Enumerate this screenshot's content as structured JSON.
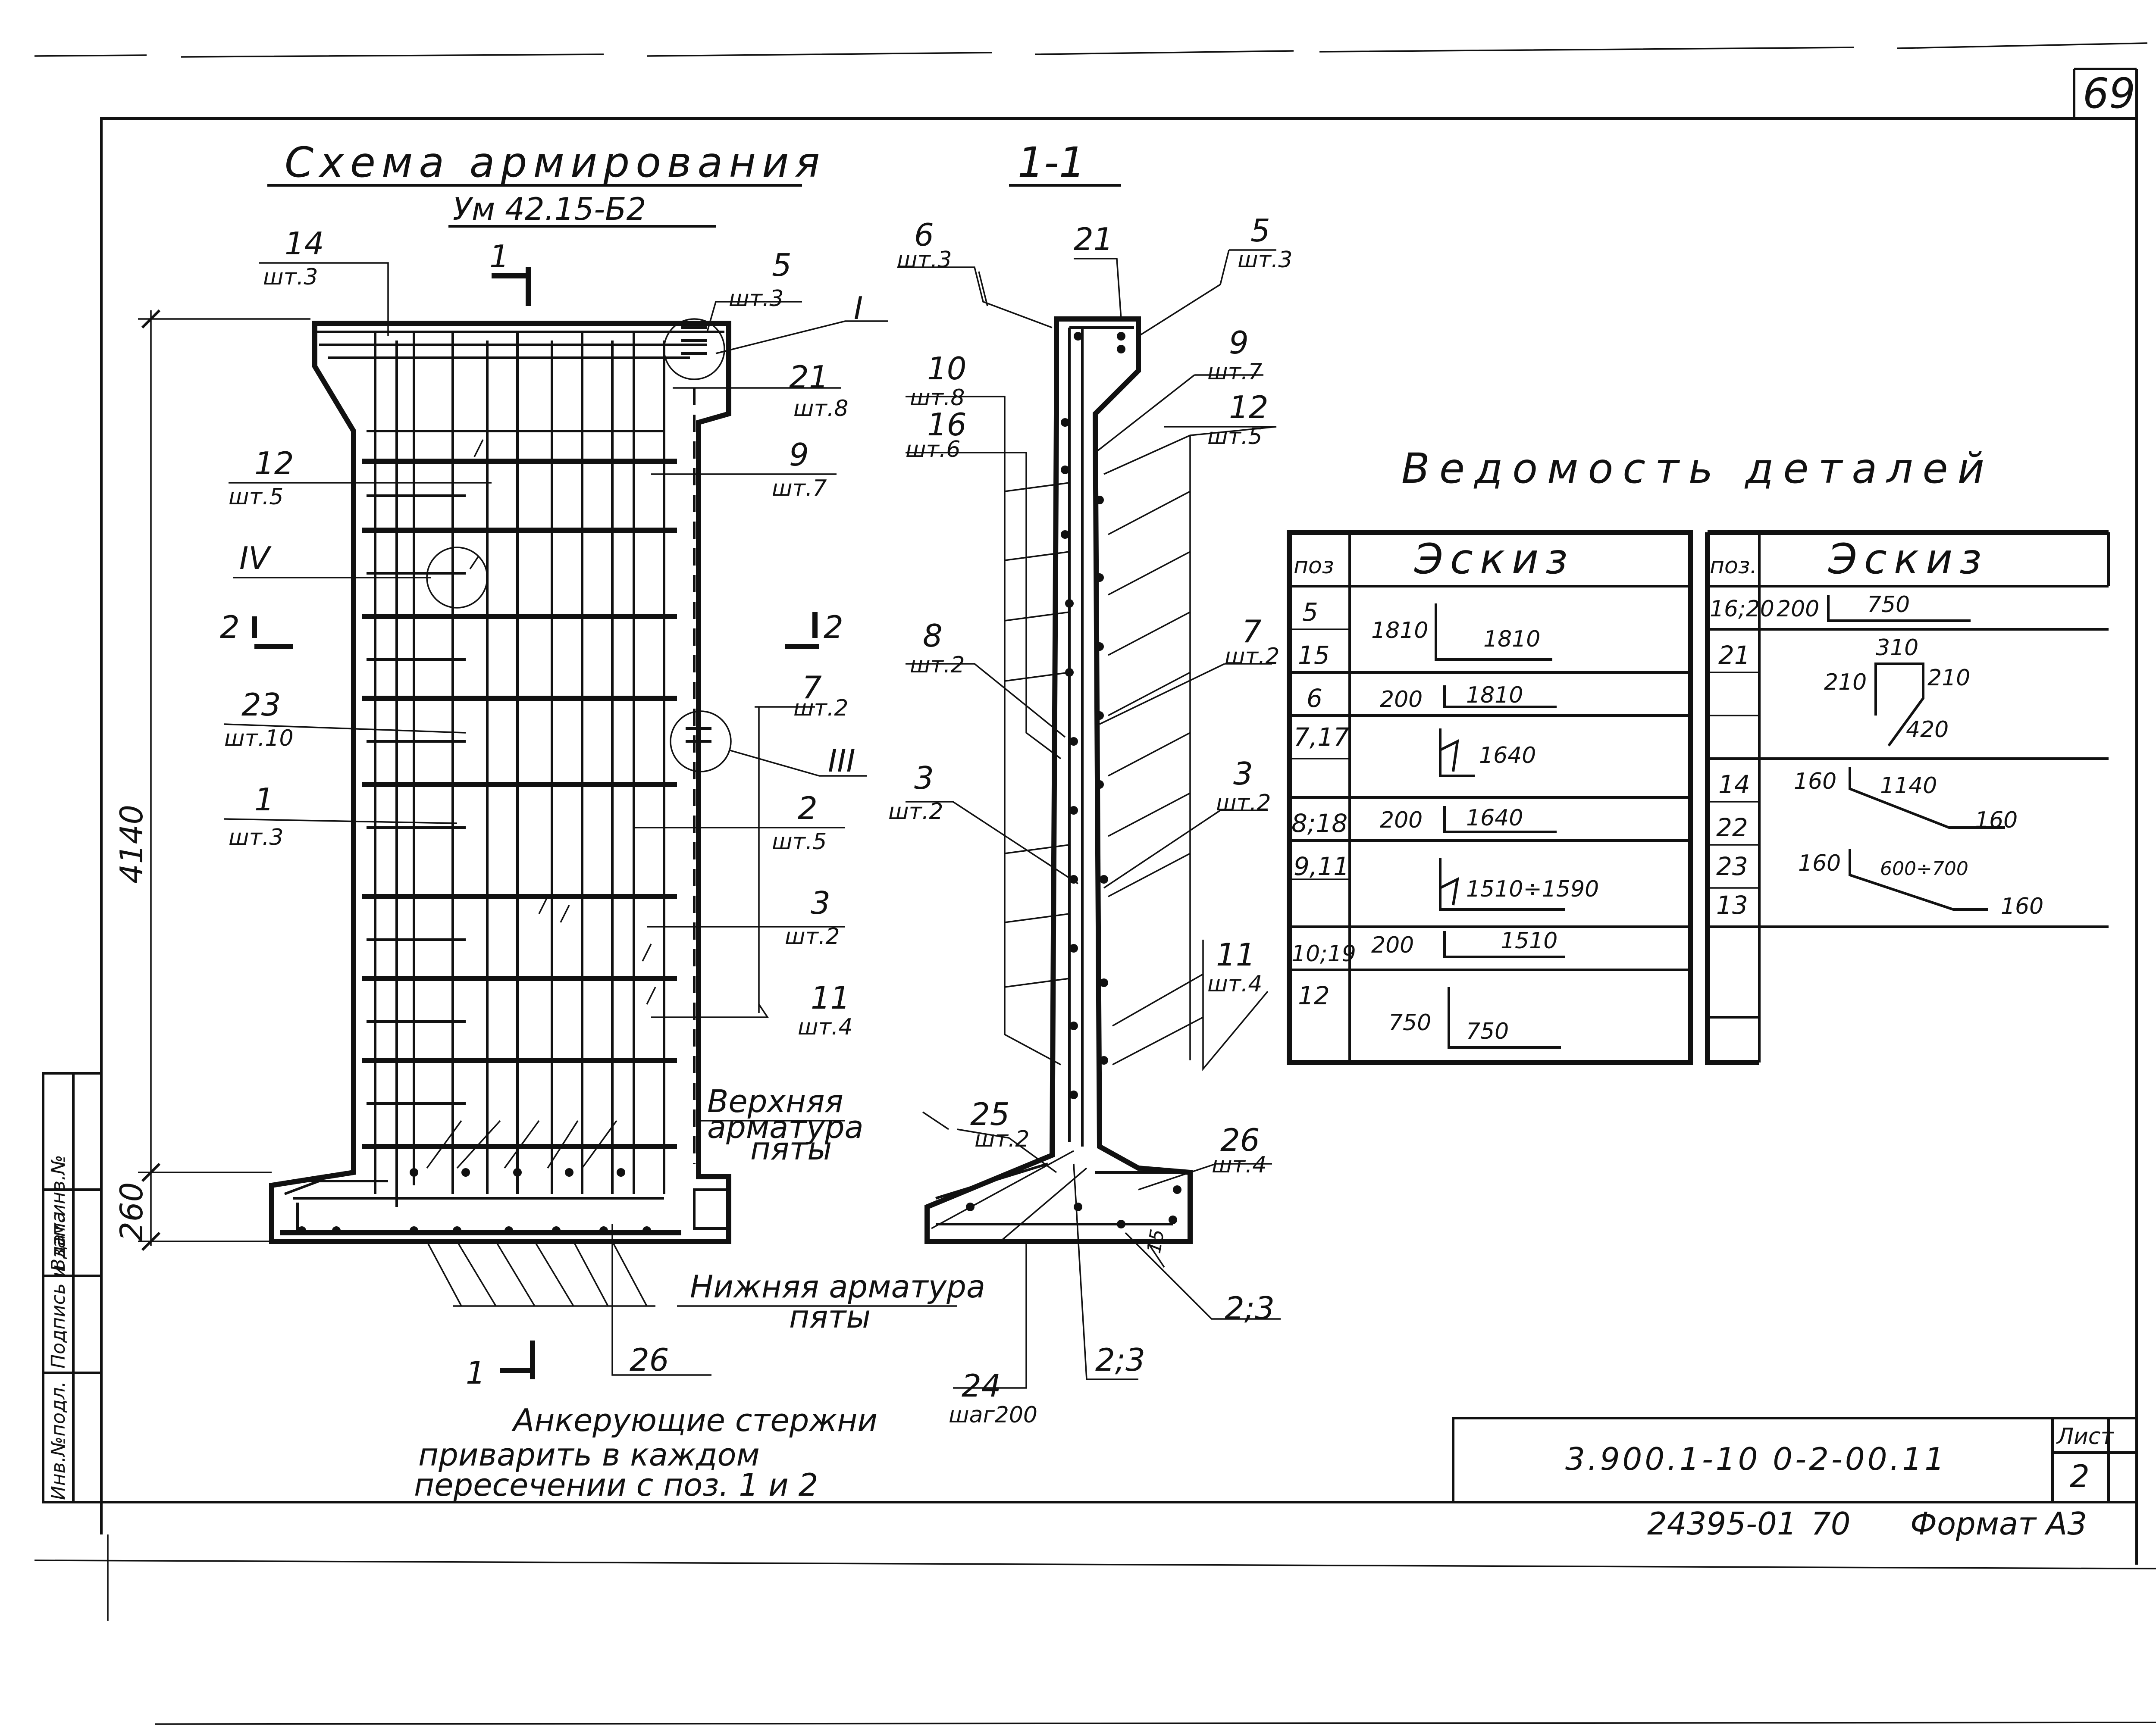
{
  "sheet_number": "69",
  "scheme_title": "Схема армирования",
  "scheme_subtitle": "Ум 42.15-Б2",
  "section_title": "1-1",
  "dimensions": {
    "height": "4140",
    "base": "260"
  },
  "section_markers": {
    "s1_top": "1",
    "s1_bottom": "1",
    "s2_left": "2",
    "s2_right": "2"
  },
  "detail_markers": {
    "I": "I",
    "III": "III",
    "IV": "IV"
  },
  "left_callouts": [
    {
      "pos": "14",
      "qty": "шт.3"
    },
    {
      "pos": "12",
      "qty": "шт.5"
    },
    {
      "pos": "23",
      "qty": "шт.10"
    },
    {
      "pos": "1",
      "qty": "шт.3"
    }
  ],
  "right_callouts": [
    {
      "pos": "5",
      "qty": "шт.3"
    },
    {
      "pos": "21",
      "qty": "шт.8"
    },
    {
      "pos": "9",
      "qty": "шт.7"
    },
    {
      "pos": "7",
      "qty": "шт.2"
    },
    {
      "pos": "2",
      "qty": "шт.5"
    },
    {
      "pos": "3",
      "qty": "шт.2"
    },
    {
      "pos": "11",
      "qty": "шт.4"
    }
  ],
  "bottom_callouts": {
    "pos26": "26"
  },
  "section_callouts_left": [
    {
      "pos": "6",
      "qty": "шт.3"
    },
    {
      "pos": "10",
      "qty": "шт.8"
    },
    {
      "pos": "16",
      "qty": "шт.6"
    },
    {
      "pos": "8",
      "qty": "шт.2"
    },
    {
      "pos": "3",
      "qty": "шт.2"
    }
  ],
  "section_callouts_right": [
    {
      "pos": "5",
      "qty": "шт.3"
    },
    {
      "pos": "9",
      "qty": "шт.7"
    },
    {
      "pos": "12",
      "qty": "шт.5"
    },
    {
      "pos": "7",
      "qty": "шт.2"
    },
    {
      "pos": "3",
      "qty": "шт.2"
    },
    {
      "pos": "11",
      "qty": "шт.4"
    },
    {
      "pos": "26",
      "qty": "шт.4"
    }
  ],
  "section_labels": {
    "top21": "21",
    "pos25": "25",
    "pos25_qty": "шт.2",
    "pos24": "24",
    "pos24_step": "шаг200",
    "pos23a": "2;3",
    "pos23b": "2;3",
    "dim15": "15"
  },
  "notes": {
    "upper_reinf_1": "Верхняя",
    "upper_reinf_2": "арматура",
    "upper_reinf_3": "пяты",
    "lower_reinf_1": "Нижняя арматура",
    "lower_reinf_2": "пяты",
    "anchor_1": "Анкерующие стержни",
    "anchor_2": "приварить в каждом",
    "anchor_3": "пересечении с поз. 1 и 2"
  },
  "schedule": {
    "title": "Ведомость деталей",
    "header_pos": "поз",
    "header_sketch": "Эскиз",
    "header_pos2": "поз.",
    "left_rows": [
      {
        "pos": "5",
        "sketch": "1810",
        "sketch2": "1810"
      },
      {
        "pos": "15",
        "sketch": "",
        "sketch2": ""
      },
      {
        "pos": "6",
        "sketch": "200",
        "sketch2": "1810"
      },
      {
        "pos": "7,17",
        "sketch": "",
        "sketch2": "1640"
      },
      {
        "pos": "8;18",
        "sketch": "200",
        "sketch2": "1640"
      },
      {
        "pos": "9,11",
        "sketch": "",
        "sketch2": "1510÷1590"
      },
      {
        "pos": "10;19",
        "sketch": "200",
        "sketch2": "1510"
      },
      {
        "pos": "12",
        "sketch": "750",
        "sketch2": "750"
      }
    ],
    "right_rows": [
      {
        "pos": "16;20",
        "a": "200",
        "b": "750"
      },
      {
        "pos": "21",
        "a": "310",
        "b": "210",
        "c": "210",
        "d": "420"
      },
      {
        "pos": "14",
        "a": "160",
        "b": "1140",
        "c": "160"
      },
      {
        "pos": "22",
        "a": "",
        "b": "",
        "c": ""
      },
      {
        "pos": "23",
        "a": "160",
        "b": "600÷700",
        "c": "160"
      },
      {
        "pos": "13",
        "a": "",
        "b": "",
        "c": ""
      }
    ]
  },
  "side_stamp": [
    "Инв.№подл.",
    "Подпись и дата",
    "Взам.инв.№"
  ],
  "title_block": {
    "code": "3.900.1-10 0-2-00.11",
    "sheet_label": "Лист",
    "sheet_no": "2"
  },
  "footer": {
    "archive": "24395-01",
    "page": "70",
    "format": "Формат А3"
  }
}
